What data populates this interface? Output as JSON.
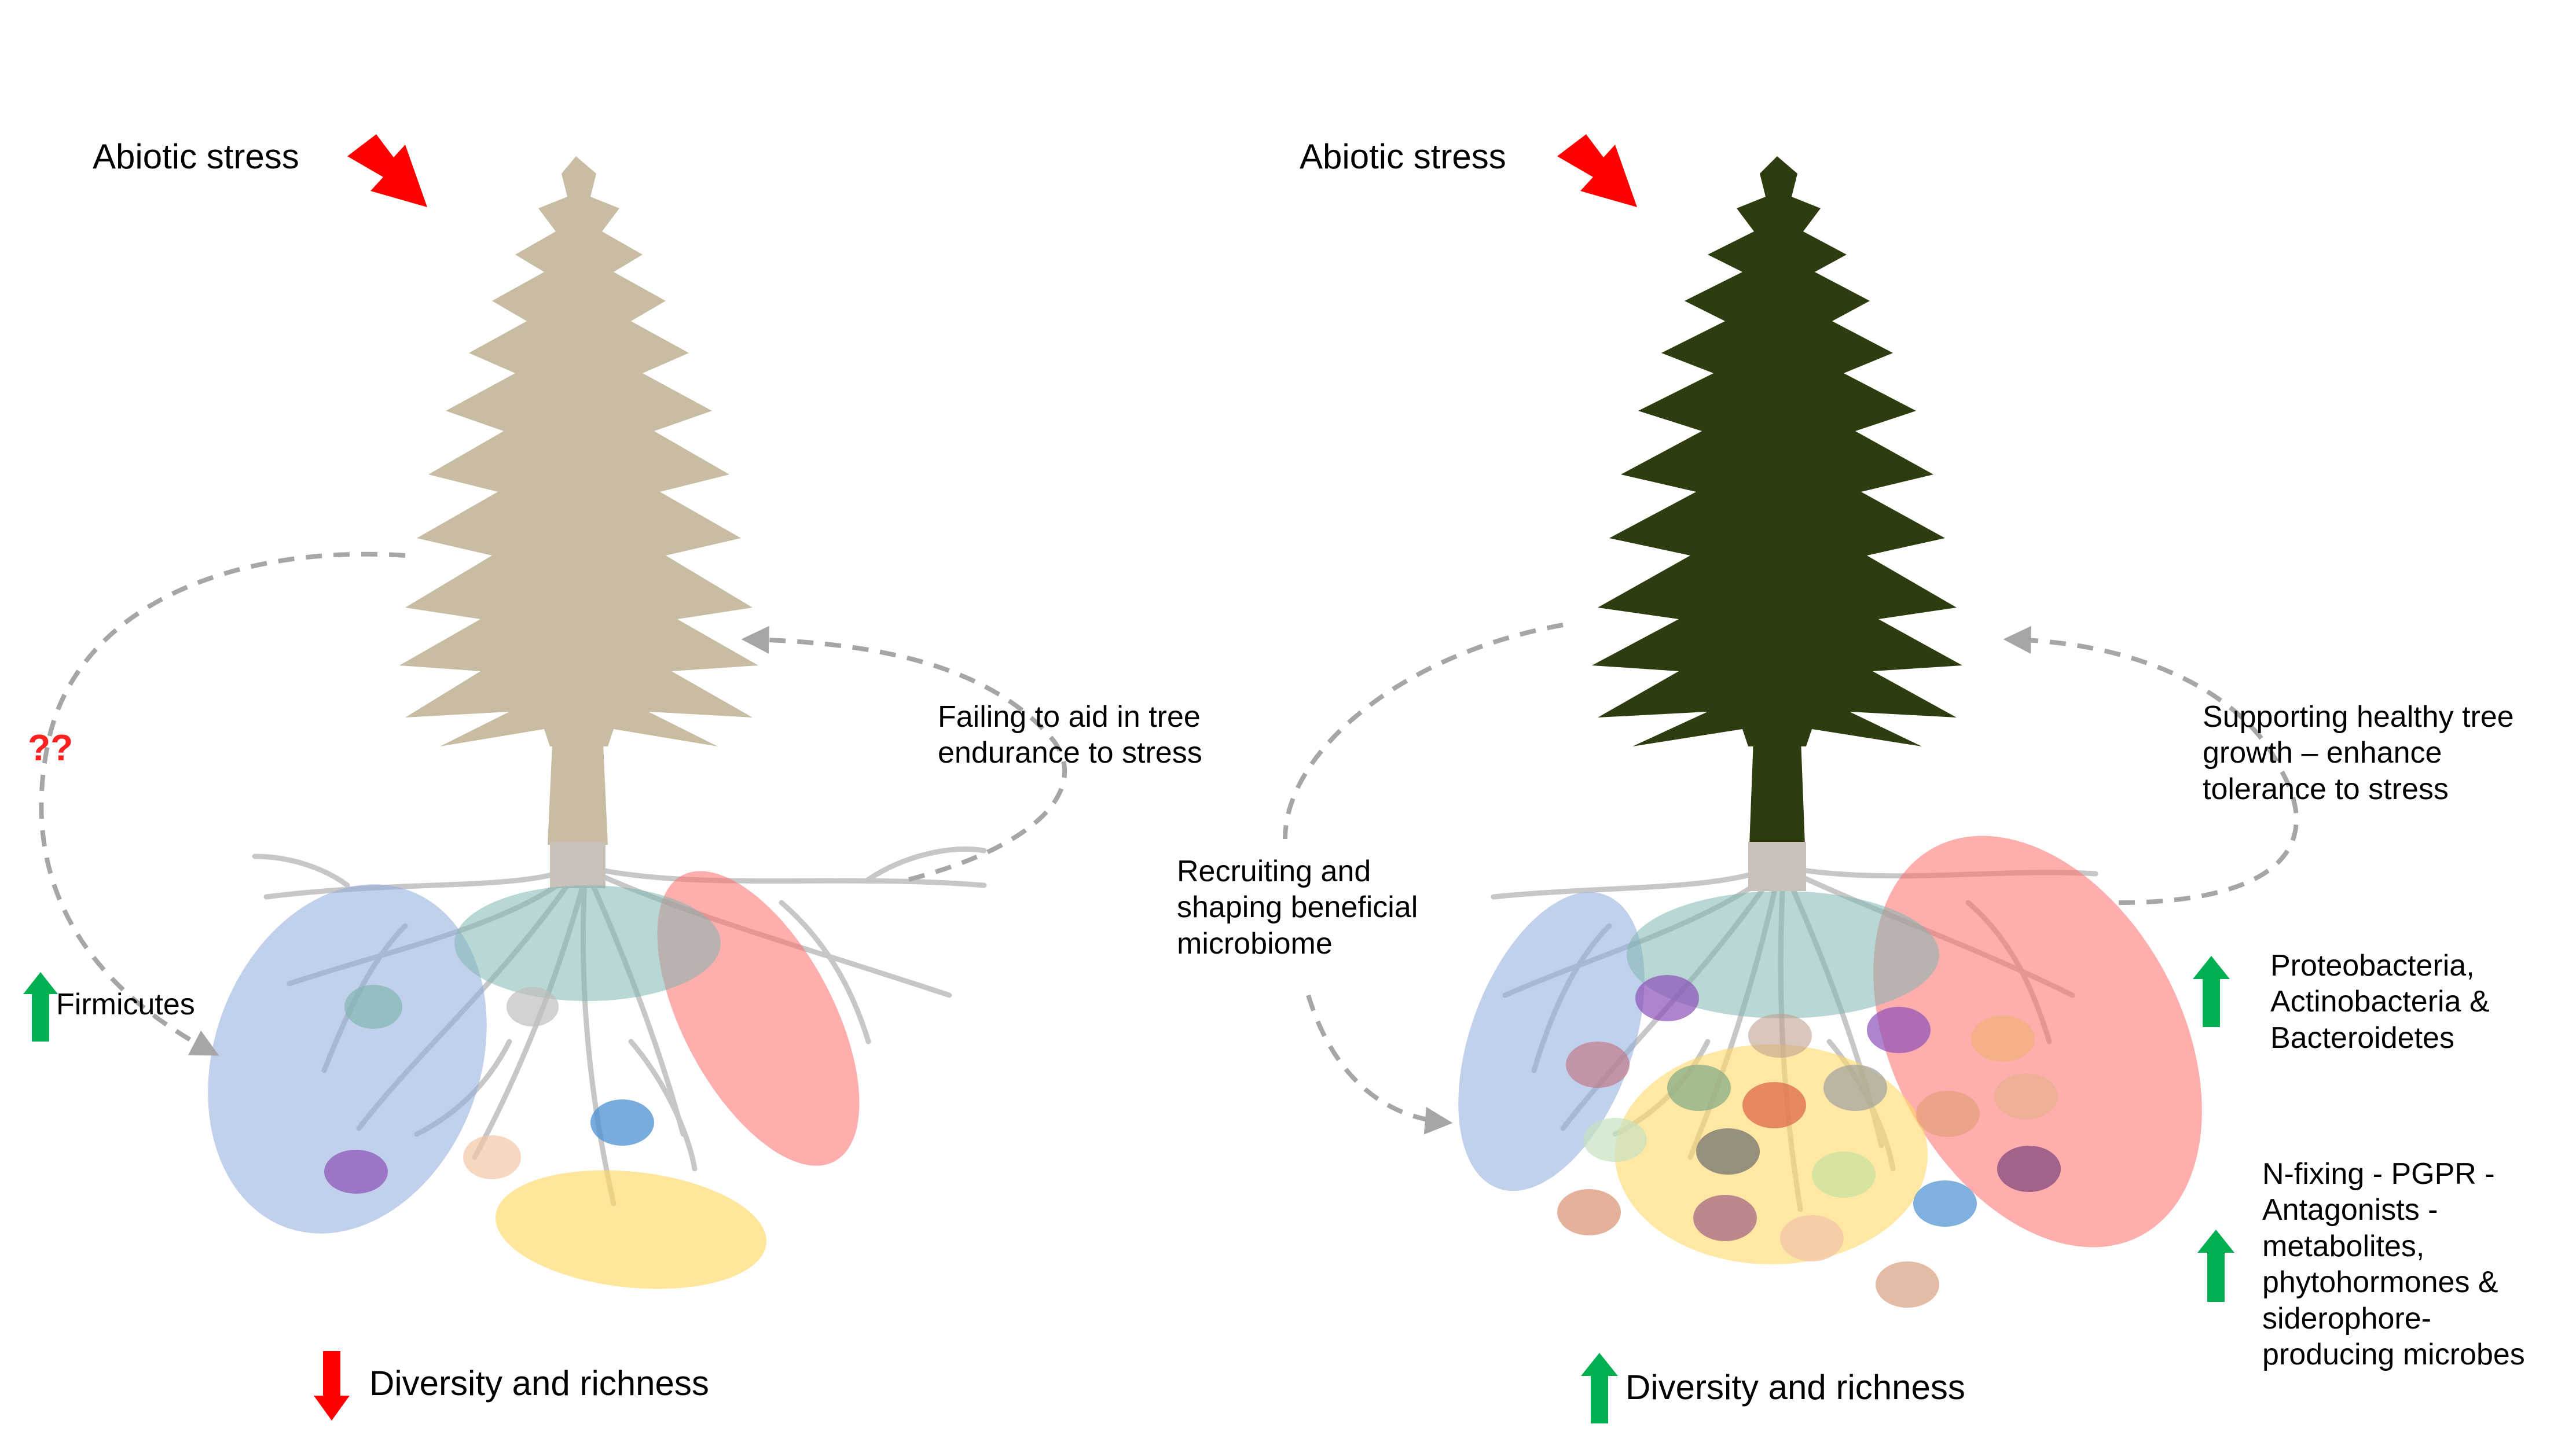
{
  "left_panel": {
    "stress_label": "Abiotic stress",
    "question_marks": "??",
    "feedback_label": [
      "Failing to aid in tree",
      "endurance to stress"
    ],
    "increase_label": "Firmicutes",
    "bottom_label": "Diversity and richness",
    "tree_color": "#c8bca2"
  },
  "right_panel": {
    "stress_label": "Abiotic stress",
    "recruit_label": [
      "Recruiting and",
      "shaping beneficial",
      "microbiome"
    ],
    "feedback_label": [
      "Supporting healthy tree",
      "growth – enhance",
      "tolerance to stress"
    ],
    "increase_label_1": [
      "Proteobacteria,",
      "Actinobacteria &",
      "Bacteroidetes"
    ],
    "increase_label_2": [
      "N-fixing - PGPR -",
      "Antagonists -",
      "metabolites,",
      "phytohormones &",
      "siderophore-",
      "producing microbes"
    ],
    "bottom_label": "Diversity and richness",
    "tree_color": "#2e3d10"
  },
  "colors": {
    "stress_arrow": "#ff0000",
    "increase_arrow": "#00b050",
    "decrease_arrow": "#ff0000",
    "dashed_arrow": "#a6a6a6",
    "root": "#bfbfbf",
    "cluster_blue": "#8ea9db",
    "cluster_red": "#ff6b6b",
    "cluster_teal": "#7fb7b0",
    "cluster_yellow": "#ffd966"
  }
}
